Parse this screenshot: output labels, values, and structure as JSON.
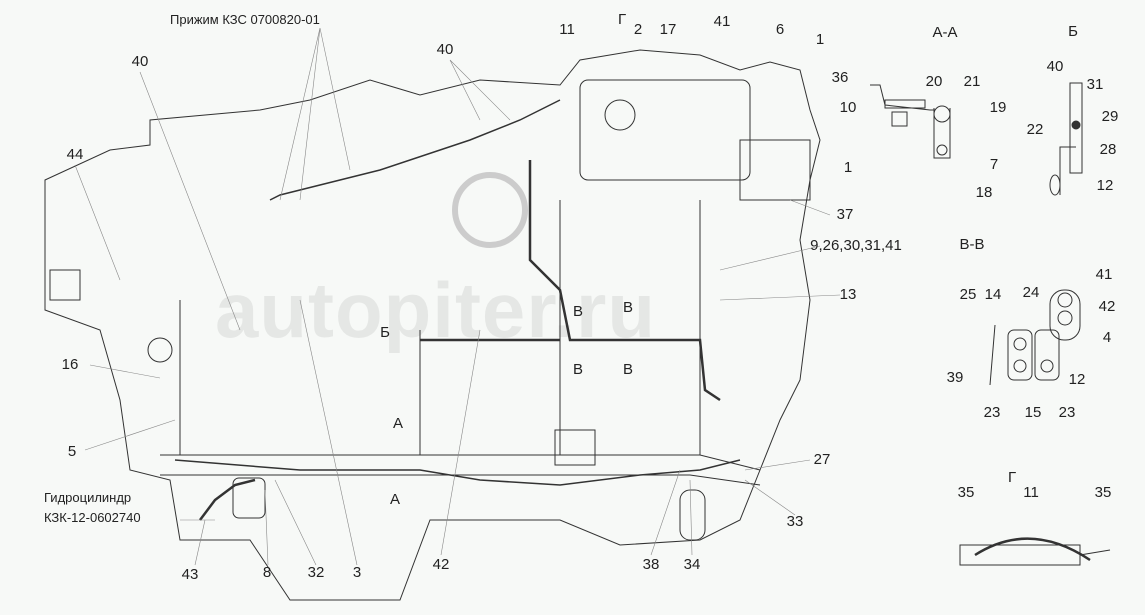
{
  "notes": {
    "clamp": "Прижим КЗС 0700820-01",
    "cylinder_line1": "Гидроцилиндр",
    "cylinder_line2": "КЗК-12-0602740"
  },
  "watermark": "autopiter.ru",
  "main_callouts": [
    "40",
    "44",
    "40",
    "11",
    "Г",
    "2",
    "17",
    "41",
    "6",
    "1",
    "36",
    "10",
    "1",
    "37",
    "9,26,30,31,41",
    "13",
    "16",
    "5",
    "Б",
    "В",
    "В",
    "В",
    "В",
    "А",
    "А",
    "27",
    "33",
    "38",
    "34",
    "42",
    "3",
    "32",
    "8",
    "43"
  ],
  "section_aa": {
    "title": "А-А",
    "callouts": [
      "20",
      "21",
      "19",
      "7",
      "18"
    ]
  },
  "section_b": {
    "title": "Б",
    "callouts": [
      "40",
      "31",
      "29",
      "22",
      "28",
      "12"
    ]
  },
  "section_vv": {
    "title": "В-В",
    "callouts": [
      "41",
      "25",
      "14",
      "24",
      "42",
      "4",
      "39",
      "12",
      "23",
      "15",
      "23"
    ]
  },
  "section_g": {
    "title": "Г",
    "callouts": [
      "35",
      "11",
      "35"
    ]
  }
}
